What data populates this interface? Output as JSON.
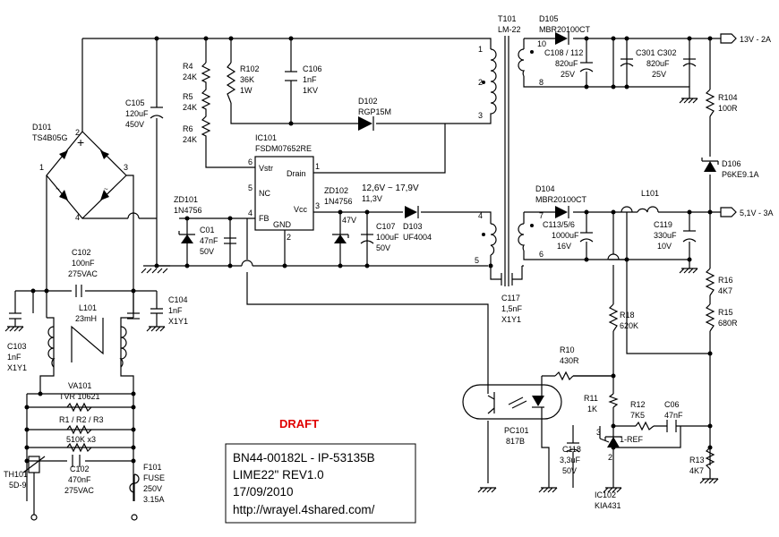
{
  "draft_label": "DRAFT",
  "title_block": {
    "line1": "BN44-00182L - IP-53135B",
    "line2": "LIME22\" REV1.0",
    "line3": "17/09/2010",
    "line4": "http://wrayel.4shared.com/"
  },
  "outputs": {
    "v13": "13V - 2A",
    "v5": "5,1V - 3A"
  },
  "components": {
    "d101": [
      "D101",
      "TS4B05G"
    ],
    "c105": [
      "C105",
      "120uF",
      "450V"
    ],
    "r4": [
      "R4",
      "24K"
    ],
    "r5": [
      "R5",
      "24K"
    ],
    "r6": [
      "R6",
      "24K"
    ],
    "r102": [
      "R102",
      "36K",
      "1W"
    ],
    "c106": [
      "C106",
      "1nF",
      "1KV"
    ],
    "d102": [
      "D102",
      "RGP15M"
    ],
    "ic101": [
      "IC101",
      "FSDM07652RE"
    ],
    "ic_pins": [
      "Vstr",
      "Drain",
      "NC",
      "FB",
      "GND",
      "Vcc"
    ],
    "ic_pin_nums": [
      "6",
      "1",
      "5",
      "4",
      "2",
      "3"
    ],
    "zd101": [
      "ZD101",
      "1N4756"
    ],
    "c01": [
      "C01",
      "47nF",
      "50V"
    ],
    "zd102": [
      "ZD102",
      "1N4756"
    ],
    "zd102_v": "47V",
    "c107": [
      "C107",
      "100uF",
      "50V"
    ],
    "vcc_range": [
      "12,6V ~ 17,9V",
      "11,3V"
    ],
    "d103": [
      "D103",
      "UF4004"
    ],
    "t101": [
      "T101",
      "LM-22"
    ],
    "t101_pins": [
      "1",
      "2",
      "3",
      "4",
      "5",
      "10",
      "8",
      "7",
      "6"
    ],
    "d105": [
      "D105",
      "MBR20100CT"
    ],
    "c108": [
      "C108 / 112",
      "820uF",
      "25V"
    ],
    "c301": [
      "C301 C302",
      "820uF",
      "25V"
    ],
    "r104": [
      "R104",
      "100R"
    ],
    "d106": [
      "D106",
      "P6KE9.1A"
    ],
    "d104": [
      "D104",
      "MBR20100CT"
    ],
    "c113": [
      "C113/5/6",
      "1000uF",
      "16V"
    ],
    "l101b": [
      "L101"
    ],
    "c119": [
      "C119",
      "330uF",
      "10V"
    ],
    "r16": [
      "R16",
      "4K7"
    ],
    "r15": [
      "R15",
      "680R"
    ],
    "r18": [
      "R18",
      "620K"
    ],
    "c102a": [
      "C102",
      "100nF",
      "275VAC"
    ],
    "c104": [
      "C104",
      "1nF",
      "X1Y1"
    ],
    "c103": [
      "C103",
      "1nF",
      "X1Y1"
    ],
    "l101": [
      "L101",
      "23mH"
    ],
    "va101": [
      "VA101",
      "TVR 10621"
    ],
    "r123": [
      "R1 / R2 / R3",
      "510K x3"
    ],
    "c102b": [
      "C102",
      "470nF",
      "275VAC"
    ],
    "th101": [
      "TH101",
      "5D-9"
    ],
    "f101": [
      "F101",
      "FUSE",
      "250V",
      "3.15A"
    ],
    "c117": [
      "C117",
      "1,5nF",
      "X1Y1"
    ],
    "r10": [
      "R10",
      "430R"
    ],
    "r11": [
      "R11",
      "1K"
    ],
    "pc101": [
      "PC101",
      "817B"
    ],
    "c118": [
      "C118",
      "3,3uF",
      "50V"
    ],
    "r12": [
      "R12",
      "7K5"
    ],
    "c06": [
      "C06",
      "47nF"
    ],
    "ic102": [
      "IC102",
      "KIA431"
    ],
    "ic102_pins": [
      "3",
      "1-REF",
      "2"
    ],
    "r13": [
      "R13",
      "4K7"
    ]
  }
}
